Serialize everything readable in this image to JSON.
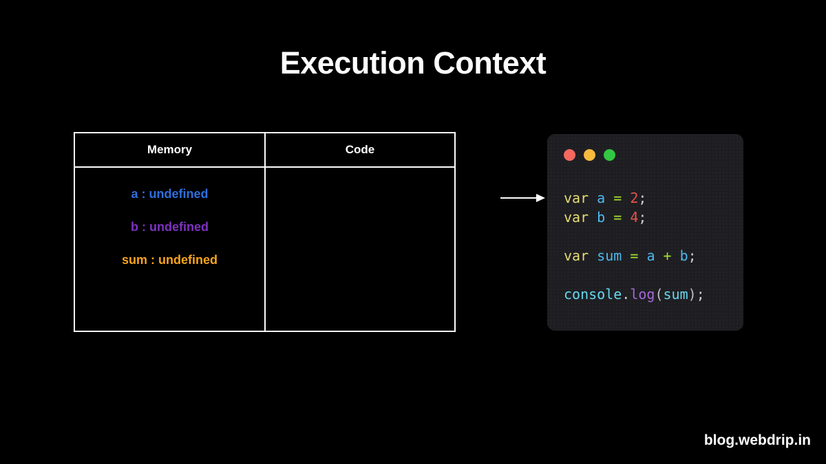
{
  "slide": {
    "title": "Execution Context",
    "background_color": "#000000",
    "watermark": "blog.webdrip.in"
  },
  "table": {
    "headers": {
      "memory": "Memory",
      "code": "Code"
    },
    "memory_entries": [
      {
        "name": "a",
        "separator": " : ",
        "value": "undefined",
        "color": "#2f6fdd"
      },
      {
        "name": "b",
        "separator": " : ",
        "value": "undefined",
        "color": "#7d32bf"
      },
      {
        "name": "sum",
        "separator": " : ",
        "value": "undefined",
        "color": "#f7a41d"
      }
    ],
    "code_cell_content": ""
  },
  "arrow": {
    "direction": "right",
    "color": "#ffffff"
  },
  "code_window": {
    "background_color": "#1e1e22",
    "dots": [
      {
        "name": "close",
        "color": "#f4685f"
      },
      {
        "name": "minimize",
        "color": "#f6bb3d"
      },
      {
        "name": "maximize",
        "color": "#32c642"
      }
    ],
    "lines": [
      {
        "id": "line-1",
        "tokens": [
          {
            "text": "var",
            "type": "kw"
          },
          {
            "text": " ",
            "type": "punc"
          },
          {
            "text": "a",
            "type": "var"
          },
          {
            "text": " ",
            "type": "punc"
          },
          {
            "text": "=",
            "type": "op"
          },
          {
            "text": " ",
            "type": "punc"
          },
          {
            "text": "2",
            "type": "num"
          },
          {
            "text": ";",
            "type": "punc"
          }
        ]
      },
      {
        "id": "line-2",
        "tokens": [
          {
            "text": "var",
            "type": "kw"
          },
          {
            "text": " ",
            "type": "punc"
          },
          {
            "text": "b",
            "type": "var"
          },
          {
            "text": " ",
            "type": "punc"
          },
          {
            "text": "=",
            "type": "op"
          },
          {
            "text": " ",
            "type": "punc"
          },
          {
            "text": "4",
            "type": "num"
          },
          {
            "text": ";",
            "type": "punc"
          }
        ]
      },
      {
        "id": "line-3",
        "tokens": []
      },
      {
        "id": "line-4",
        "tokens": [
          {
            "text": "var",
            "type": "kw"
          },
          {
            "text": " ",
            "type": "punc"
          },
          {
            "text": "sum",
            "type": "var"
          },
          {
            "text": " ",
            "type": "punc"
          },
          {
            "text": "=",
            "type": "op"
          },
          {
            "text": " ",
            "type": "punc"
          },
          {
            "text": "a",
            "type": "var"
          },
          {
            "text": " ",
            "type": "punc"
          },
          {
            "text": "+",
            "type": "op"
          },
          {
            "text": " ",
            "type": "punc"
          },
          {
            "text": "b",
            "type": "var"
          },
          {
            "text": ";",
            "type": "punc"
          }
        ]
      },
      {
        "id": "line-5",
        "tokens": []
      },
      {
        "id": "line-6",
        "tokens": [
          {
            "text": "console",
            "type": "obj"
          },
          {
            "text": ".",
            "type": "punc"
          },
          {
            "text": "log",
            "type": "method"
          },
          {
            "text": "(",
            "type": "paren"
          },
          {
            "text": "sum",
            "type": "obj"
          },
          {
            "text": ")",
            "type": "paren"
          },
          {
            "text": ";",
            "type": "punc"
          }
        ]
      }
    ]
  }
}
